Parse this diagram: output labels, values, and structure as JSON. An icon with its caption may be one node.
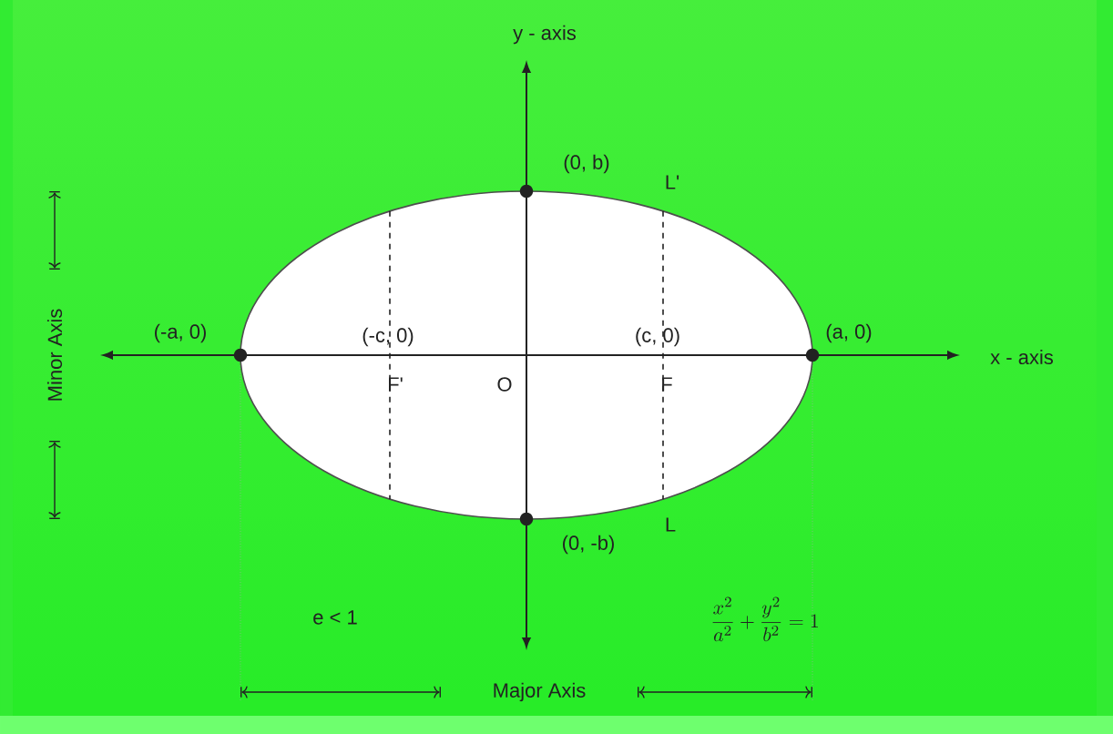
{
  "diagram": {
    "labels": [
      "y - axis",
      "(0, b)",
      "L'",
      "Minor Axis",
      "(-a, 0)",
      "(-c, 0)",
      "(c, 0)",
      "(a, 0)",
      "x - axis",
      "F'",
      "O",
      "F",
      "(0, -b)",
      "L",
      "e < 1",
      "\\frac{x^{2}}{a^{2}} + \\frac{y^{2}}{b^{2}} = 1",
      "Major Axis"
    ]
  }
}
